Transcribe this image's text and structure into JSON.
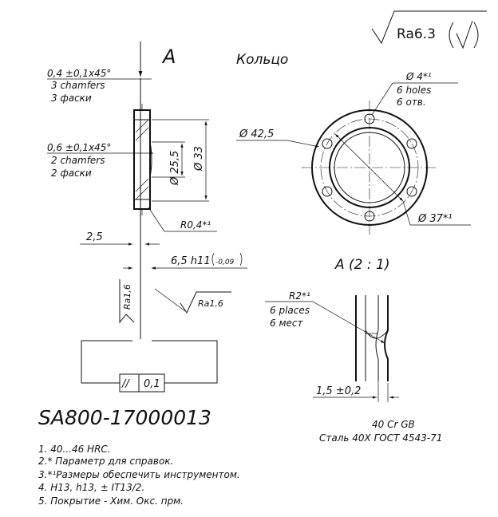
{
  "view_label": "A",
  "part_name": "Кольцо",
  "roughness": {
    "general": "Ra6.3",
    "surface_left": "Ra1,6",
    "surface_right": "Ra1,6"
  },
  "left_view": {
    "chamfer_top": {
      "value": "0,4 ±0,1x45°",
      "en": "3 chamfers",
      "ru": "3 фаски"
    },
    "chamfer_mid": {
      "value": "0,6 ±0,1x45°",
      "en": "2 chamfers",
      "ru": "2 фаски"
    },
    "dim_inner": "Ø 25,5",
    "dim_outer": "Ø 33",
    "radius": "R0,4*¹",
    "dim_thickness_small": "2,5",
    "dim_thickness": "6,5 h11",
    "dim_thickness_tol": "-0,09",
    "flatness_symbol": "//",
    "flatness_value": "0,1"
  },
  "front_view": {
    "holes": {
      "value": "Ø 4*¹",
      "en": "6 holes",
      "ru": "6 отв."
    },
    "dim_outer": "Ø 42,5",
    "dim_pitch": "Ø 37*¹"
  },
  "detail": {
    "title": "A (2 : 1)",
    "radius": {
      "value": "R2*¹",
      "en": "6 places",
      "ru": "6 мест"
    },
    "dim": "1,5 ±0,2"
  },
  "part_number": "SA800-17000013",
  "material": {
    "line1": "40 Cr  GB",
    "line2": "Сталь 40Х  ГОСТ 4543-71"
  },
  "notes": [
    "1. 40...46 HRC.",
    "2.* Параметр  для  справок.",
    "3.*¹Размеры  обеспечить  инструментом.",
    "4. H13,  h13,  ± IT13/2.",
    "5. Покрытие - Хим.  Окс.  прм."
  ]
}
